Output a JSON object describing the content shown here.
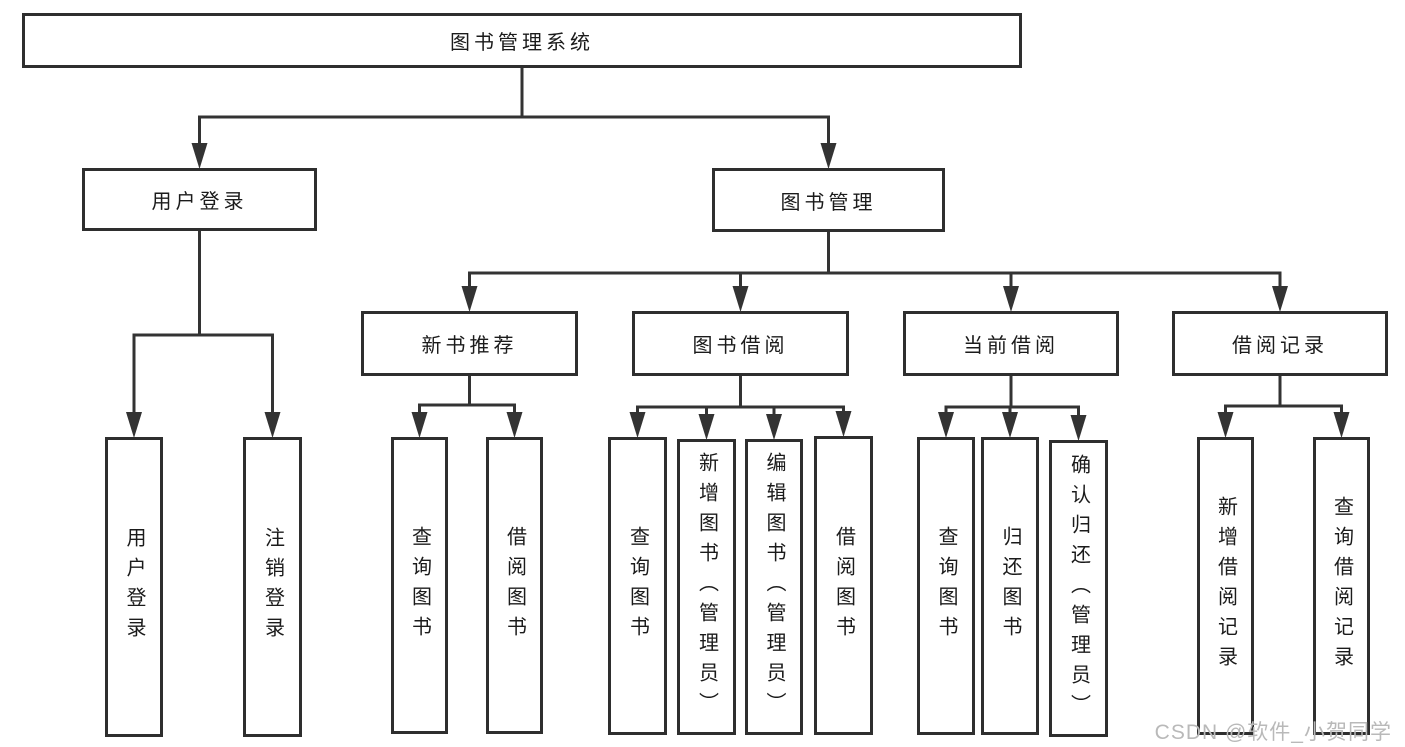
{
  "diagram": {
    "nodes": {
      "root": "图书管理系统",
      "user_login": "用户登录",
      "book_mgmt": "图书管理",
      "new_book_rec": "新书推荐",
      "book_borrow": "图书借阅",
      "current_borrow": "当前借阅",
      "borrow_records": "借阅记录",
      "leaf_user_login": "用户登录",
      "leaf_logout": "注销登录",
      "leaf_nb_query": "查询图书",
      "leaf_nb_borrow": "借阅图书",
      "leaf_bb_query": "查询图书",
      "leaf_bb_add": "新增图书（管理员）",
      "leaf_bb_edit": "编辑图书（管理员）",
      "leaf_bb_borrow": "借阅图书",
      "leaf_cb_query": "查询图书",
      "leaf_cb_return": "归还图书",
      "leaf_cb_confirm": "确认归还（管理员）",
      "leaf_br_add": "新增借阅记录",
      "leaf_br_query": "查询借阅记录"
    },
    "watermark": "CSDN @软件_小贺同学",
    "colors": {
      "line": "#333333",
      "border": "#2e2e2e",
      "text": "#1b1b1b",
      "background": "#ffffff",
      "watermark": "#b9b9b9"
    }
  }
}
